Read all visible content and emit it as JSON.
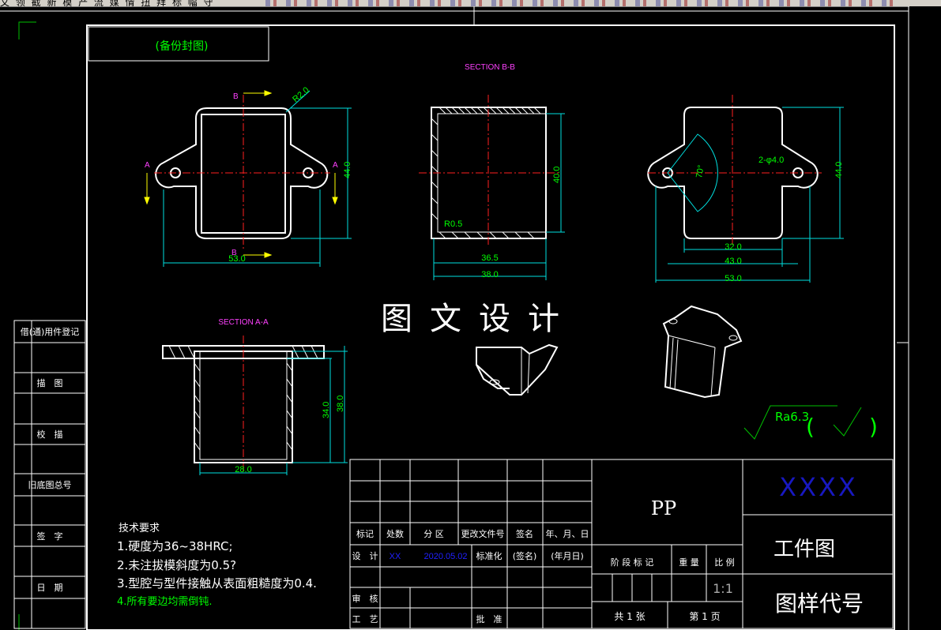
{
  "toolbar": {
    "text": "文 领 截 新 模 产 流 媒 情 扭 拜 标 幅 守"
  },
  "stamp": {
    "label": "(备份封图)"
  },
  "views": {
    "section_bb": "SECTION B-B",
    "section_aa": "SECTION A-A",
    "view_a_marks": [
      "A",
      "A"
    ],
    "view_b_marks": [
      "B",
      "B"
    ]
  },
  "dims": {
    "front": {
      "r": "R2.0",
      "h": "44.0",
      "w": "53.0"
    },
    "section_bb": {
      "h": "40.0",
      "r": "R0.5",
      "w1": "36.5",
      "w2": "38.0"
    },
    "right": {
      "hole": "2-φ4.0",
      "h": "44.0",
      "w1": "32.0",
      "w2": "43.0",
      "w3": "53.0",
      "ang": "70°"
    },
    "section_aa": {
      "h1": "34.0",
      "h2": "38.0",
      "w": "28.0"
    }
  },
  "watermark": "图文设计",
  "roughness": {
    "value": "Ra6.3",
    "paren_open": "(",
    "paren_close": ")"
  },
  "left_column": [
    "借(通)用件登记",
    "描　图",
    "校　描",
    "旧底图总号",
    "签　字",
    "日　期"
  ],
  "notes": {
    "title": "技术要求",
    "lines": [
      "1.硬度为36~38HRC;",
      "2.未注拔模斜度为0.5?",
      "3.型腔与型件接触从表面粗糙度为0.4.",
      "4.所有要边均需倒钝."
    ]
  },
  "title_block": {
    "header": [
      "标记",
      "处数",
      "分 区",
      "更改文件号",
      "签名",
      "年、月、日"
    ],
    "design_label": "设　计",
    "design_name": "XX",
    "design_date": "2020.05.02",
    "std_label": "标准化",
    "sign_label": "(签名)",
    "date_label": "(年月日)",
    "review": "审　核",
    "process": "工　艺",
    "approve": "批　准",
    "material": "PP",
    "stage_header": [
      "阶 段 标 记",
      "重 量",
      "比 例"
    ],
    "scale": "1:1",
    "sheets": "共 1 张",
    "page": "第 1 页",
    "company": "XXXX",
    "drawing_name": "工件图",
    "drawing_code": "图样代号"
  }
}
